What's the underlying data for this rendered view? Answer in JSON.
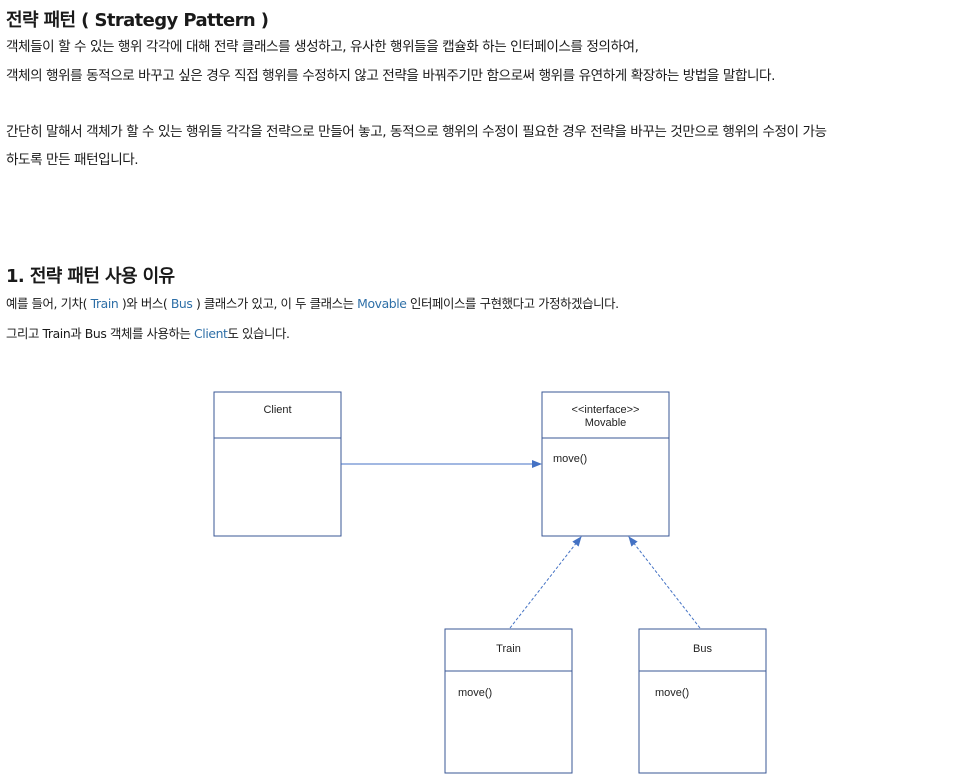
{
  "title": "전략 패턴 ( Strategy Pattern )",
  "intro": [
    "객체들이 할 수 있는 행위 각각에 대해 전략 클래스를 생성하고, 유사한 행위들을 캡슐화 하는 인터페이스를 정의하여,",
    "객체의 행위를 동적으로 바꾸고 싶은 경우 직접 행위를 수정하지 않고 전략을 바꿔주기만 함으로써 행위를 유연하게 확장하는 방법을 말합니다."
  ],
  "summary": [
    "간단히 말해서 객체가 할 수 있는 행위들 각각을 전략으로 만들어 놓고, 동적으로 행위의 수정이 필요한 경우 전략을 바꾸는 것만으로 행위의 수정이 가능",
    "하도록 만든 패턴입니다."
  ],
  "section1": {
    "heading": "1. 전략 패턴 사용 이유",
    "line1": {
      "a": "예를 들어, 기차( ",
      "train": "Train",
      "b": " )와 버스( ",
      "bus": "Bus",
      "c": " ) 클래스가 있고, 이 두 클래스는 ",
      "movable": "Movable",
      "d": " 인터페이스를 구현했다고 가정하겠습니다."
    },
    "line2": {
      "a": "그리고 Train과 Bus 객체를 사용하는 ",
      "client": "Client",
      "b": "도 있습니다."
    }
  },
  "diagram": {
    "client": {
      "name": "Client"
    },
    "movable": {
      "stereotype": "<<interface>>",
      "name": "Movable",
      "method": "move()"
    },
    "train": {
      "name": "Train",
      "method": "move()"
    },
    "bus": {
      "name": "Bus",
      "method": "move()"
    },
    "colors": {
      "box": "#3a5796",
      "line": "#4472c4"
    }
  }
}
